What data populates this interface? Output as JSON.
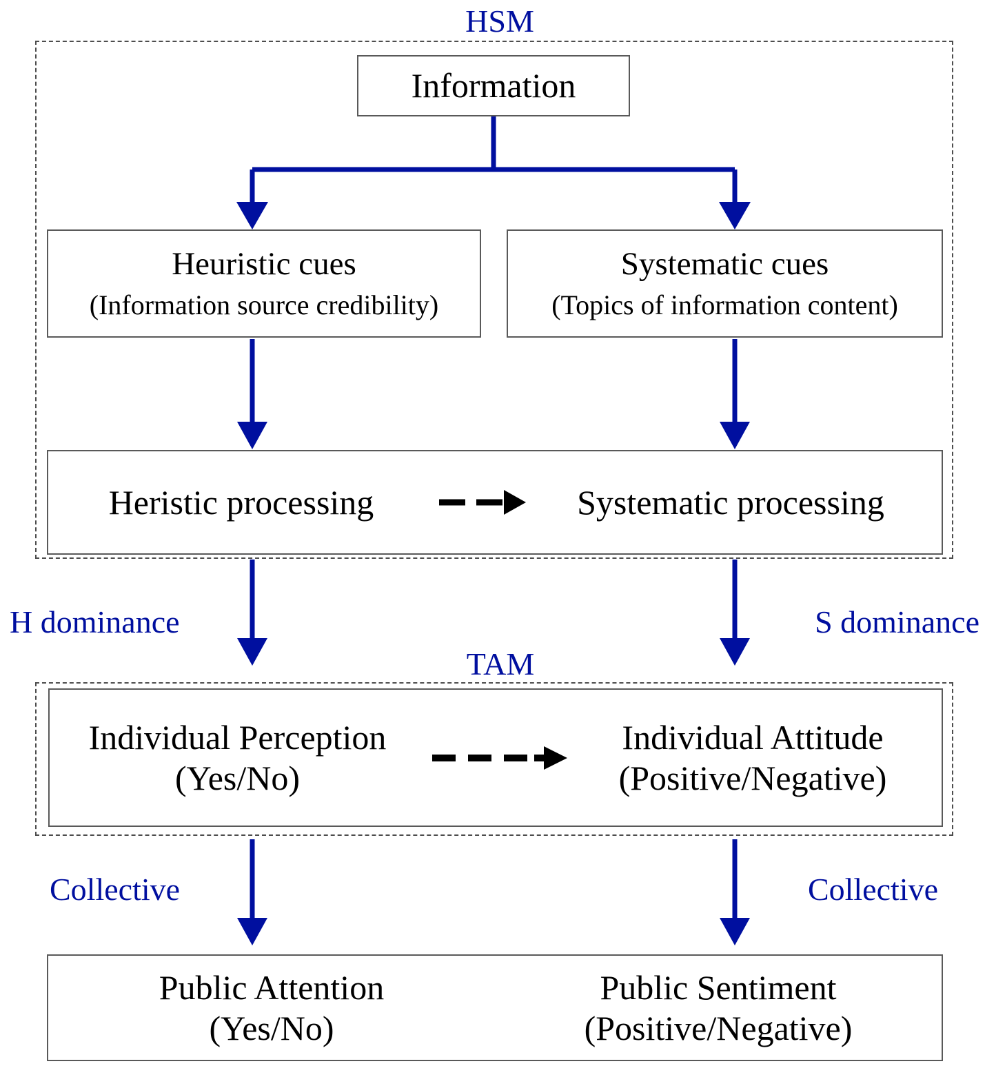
{
  "diagram": {
    "groups": [
      {
        "id": "hsm",
        "title": "HSM"
      },
      {
        "id": "tam",
        "title": "TAM"
      }
    ],
    "nodes": {
      "information": {
        "label": "Information"
      },
      "heuristic_cues": {
        "label": "Heuristic cues",
        "sublabel": "(Information source credibility)"
      },
      "systematic_cues": {
        "label": "Systematic cues",
        "sublabel": "(Topics of information content)"
      },
      "heuristic_processing": {
        "label": "Heristic processing"
      },
      "systematic_processing": {
        "label": "Systematic processing"
      },
      "individual_perception": {
        "label": "Individual Perception",
        "sublabel": "(Yes/No)"
      },
      "individual_attitude": {
        "label": "Individual Attitude",
        "sublabel": "(Positive/Negative)"
      },
      "public_attention": {
        "label": "Public Attention",
        "sublabel": "(Yes/No)"
      },
      "public_sentiment": {
        "label": "Public Sentiment",
        "sublabel": "(Positive/Negative)"
      }
    },
    "edge_labels": {
      "h_dominance": "H dominance",
      "s_dominance": "S dominance",
      "collective_left": "Collective",
      "collective_right": "Collective"
    },
    "colors": {
      "accent_blue": "#000f9f",
      "box_border": "#595959",
      "group_border": "#4d4d4d",
      "text": "#000000",
      "background": "#ffffff"
    }
  }
}
